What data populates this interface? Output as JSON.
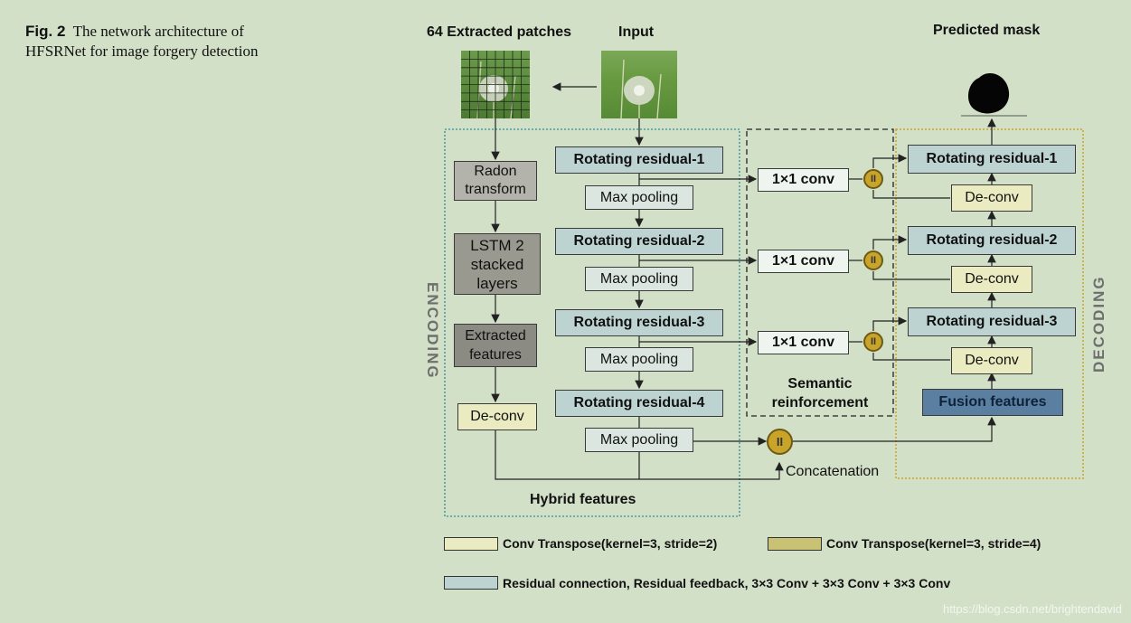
{
  "caption": {
    "label": "Fig. 2",
    "text": "The network architecture of HFSRNet for image forgery detection"
  },
  "headers": {
    "patches": "64 Extracted patches",
    "input": "Input",
    "predicted": "Predicted mask"
  },
  "encoder_left": {
    "radon": "Radon transform",
    "lstm": "LSTM 2 stacked layers",
    "extracted": "Extracted features",
    "deconv": "De-conv"
  },
  "encoder_main": {
    "rr": [
      "Rotating residual-1",
      "Rotating residual-2",
      "Rotating residual-3",
      "Rotating residual-4"
    ],
    "maxpool": "Max pooling"
  },
  "semantic": {
    "conv": "1×1 conv",
    "label": "Semantic reinforcement"
  },
  "decoder": {
    "rr": [
      "Rotating residual-1",
      "Rotating residual-2",
      "Rotating residual-3"
    ],
    "deconv": "De-conv",
    "fusion": "Fusion features"
  },
  "labels": {
    "encoding": "ENCODING",
    "decoding": "DECODING",
    "hybrid": "Hybrid features",
    "concat": "Concatenation",
    "concat_symbol": "II"
  },
  "legend": {
    "conv_t2": "Conv Transpose(kernel=3, stride=2)",
    "conv_t4": "Conv Transpose(kernel=3, stride=4)",
    "residual": "Residual connection, Residual feedback, 3×3 Conv + 3×3 Conv + 3×3 Conv"
  },
  "watermark": "https://blog.csdn.net/brightendavid",
  "colors": {
    "background": "#d3e0c8",
    "rotating_residual": "#bcd3d1",
    "deconv": "#ebebc1",
    "concat_circle": "#c9a42a",
    "fusion": "#5b7fa0",
    "encoding_border": "#2f8c96",
    "decoding_border": "#c9a42a"
  }
}
